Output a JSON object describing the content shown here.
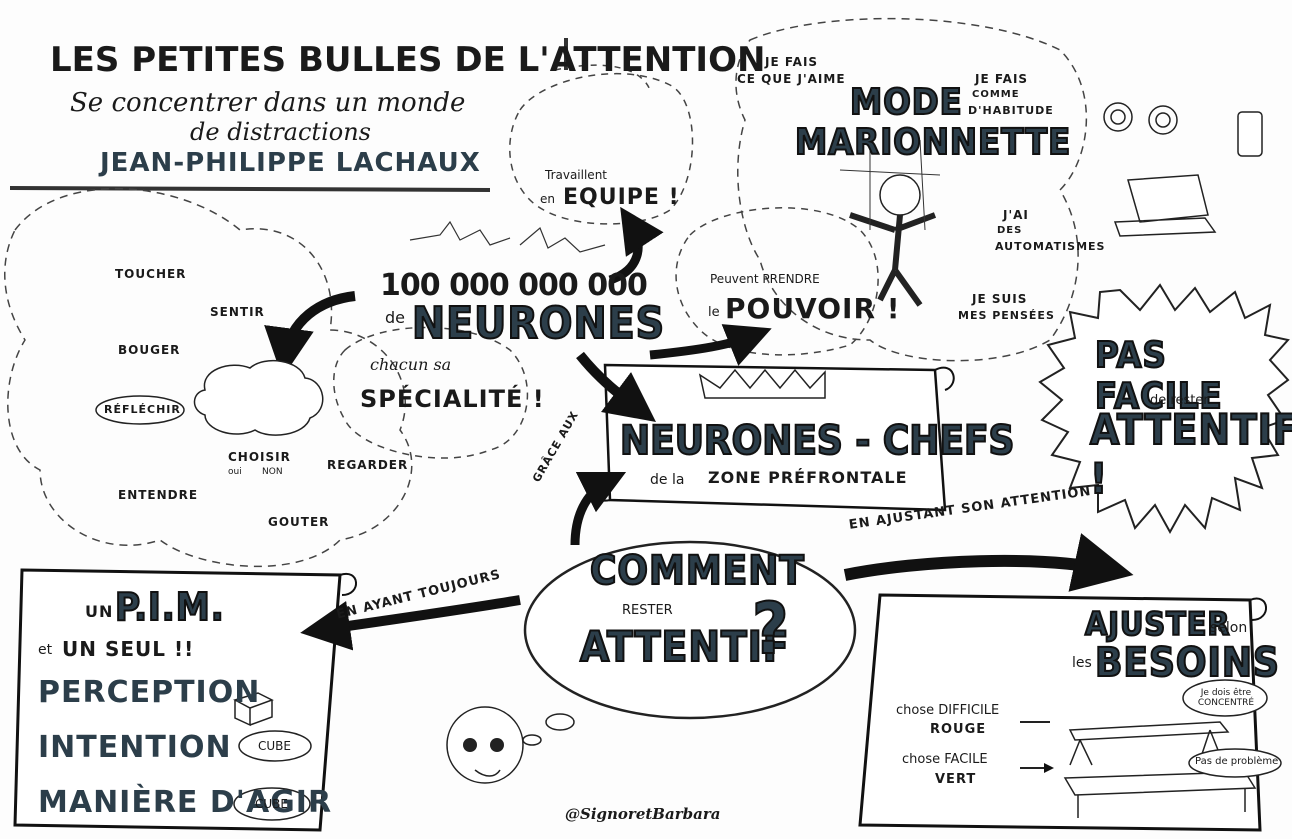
{
  "title": {
    "line1": "LES PETITES BULLES DE L'ATTENTION",
    "line2": "Se concentrer dans un monde",
    "line3": "de distractions",
    "author": "JEAN-PHILIPPE LACHAUX"
  },
  "senses": {
    "toucher": "TOUCHER",
    "sentir": "SENTIR",
    "bouger": "BOUGER",
    "reflechir": "RÉFLÉCHIR",
    "choisir": "CHOISIR",
    "oui": "oui",
    "non": "NON",
    "regarder": "REGARDER",
    "entendre": "ENTENDRE",
    "gouter": "GOUTER"
  },
  "specialite": {
    "line1": "chacun sa",
    "line2": "SPÉCIALITÉ !"
  },
  "neurones": {
    "count": "100 000 000 000",
    "de": "de",
    "word": "NEURONES"
  },
  "equipe": {
    "line1": "Travaillent",
    "en": "en",
    "word": "EQUIPE !"
  },
  "pouvoir": {
    "line1": "Peuvent PRENDRE",
    "le": "le",
    "word": "POUVOIR !"
  },
  "marionnette": {
    "title1": "MODE",
    "title2": "MARIONNETTE",
    "t1a": "JE FAIS",
    "t1b": "CE QUE J'AIME",
    "t2a": "JE FAIS",
    "t2b": "COMME",
    "t2c": "D'HABITUDE",
    "t3a": "J'AI",
    "t3b": "DES",
    "t3c": "AUTOMATISMES",
    "t4a": "JE SUIS",
    "t4b": "MES PENSÉES"
  },
  "pas_facile": {
    "line1": "PAS FACILE",
    "line2": "de rester",
    "line3": "ATTENTIF !"
  },
  "chefs": {
    "title": "NEURONES - CHEFS",
    "sub_de_la": "de la",
    "sub_zone": "ZONE PRÉFRONTALE"
  },
  "grace": "GRÂCE AUX",
  "center": {
    "line1": "COMMENT",
    "line2": "RESTER",
    "line3": "ATTENTIF",
    "q": "?"
  },
  "ajustant": "EN AJUSTANT SON ATTENTION",
  "ayant": "EN AYANT TOUJOURS",
  "pim": {
    "un": "UN",
    "pim": "P.I.M.",
    "et": "et",
    "seul": "UN SEUL !!",
    "p": "PERCEPTION",
    "i": "INTENTION",
    "m": "MANIÈRE D'AGIR",
    "cube1": "CUBE",
    "cube2": "CUBE"
  },
  "ajuster": {
    "title": "AJUSTER",
    "selon": "selon",
    "les": "les",
    "besoins": "BESOINS",
    "row1a": "chose DIFFICILE",
    "row1b": "ROUGE",
    "row2a": "chose FACILE",
    "row2b": "VERT",
    "bubble1": "Je dois être CONCENTRÉ",
    "bubble2": "Pas de problème"
  },
  "signature": "@SignoretBarbara"
}
